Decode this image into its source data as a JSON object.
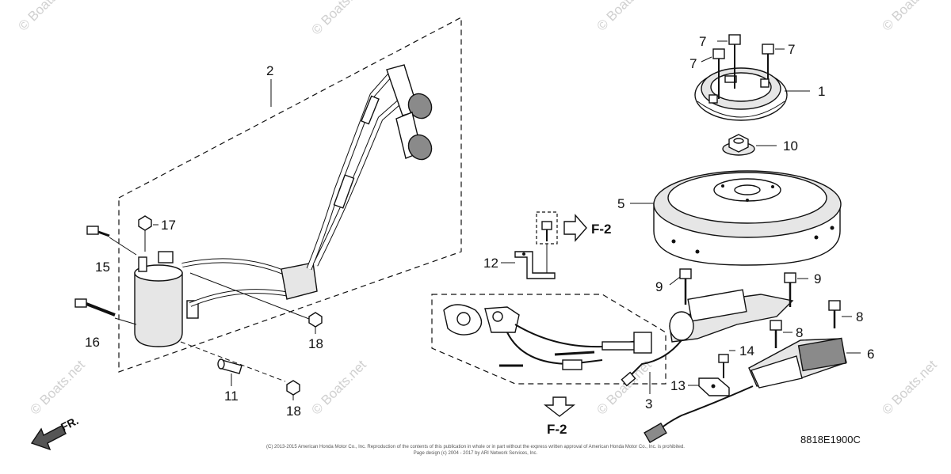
{
  "watermark": {
    "text": "© Boats.net",
    "color": "#d0d0d0"
  },
  "callouts": {
    "p1": "1",
    "p2": "2",
    "p3": "3",
    "p5": "5",
    "p6": "6",
    "p7a": "7",
    "p7b": "7",
    "p7c": "7",
    "p8a": "8",
    "p8b": "8",
    "p9a": "9",
    "p9b": "9",
    "p10": "10",
    "p11": "11",
    "p12": "12",
    "p13": "13",
    "p14": "14",
    "p15": "15",
    "p16": "16",
    "p17": "17",
    "p18a": "18",
    "p18b": "18"
  },
  "references": {
    "f2_right": "F-2",
    "f2_down": "F-2"
  },
  "direction_label": "FR.",
  "diagram_code": "8818E1900C",
  "copyright": {
    "line1": "(C) 2013-2015 American Honda Motor Co., Inc. Reproduction of the contents of this publication in whole or in part without the express written approval of American Honda Motor Co., Inc. is prohibited.",
    "line2": "Page design (c) 2004 - 2017 by ARI Network Services, Inc."
  }
}
